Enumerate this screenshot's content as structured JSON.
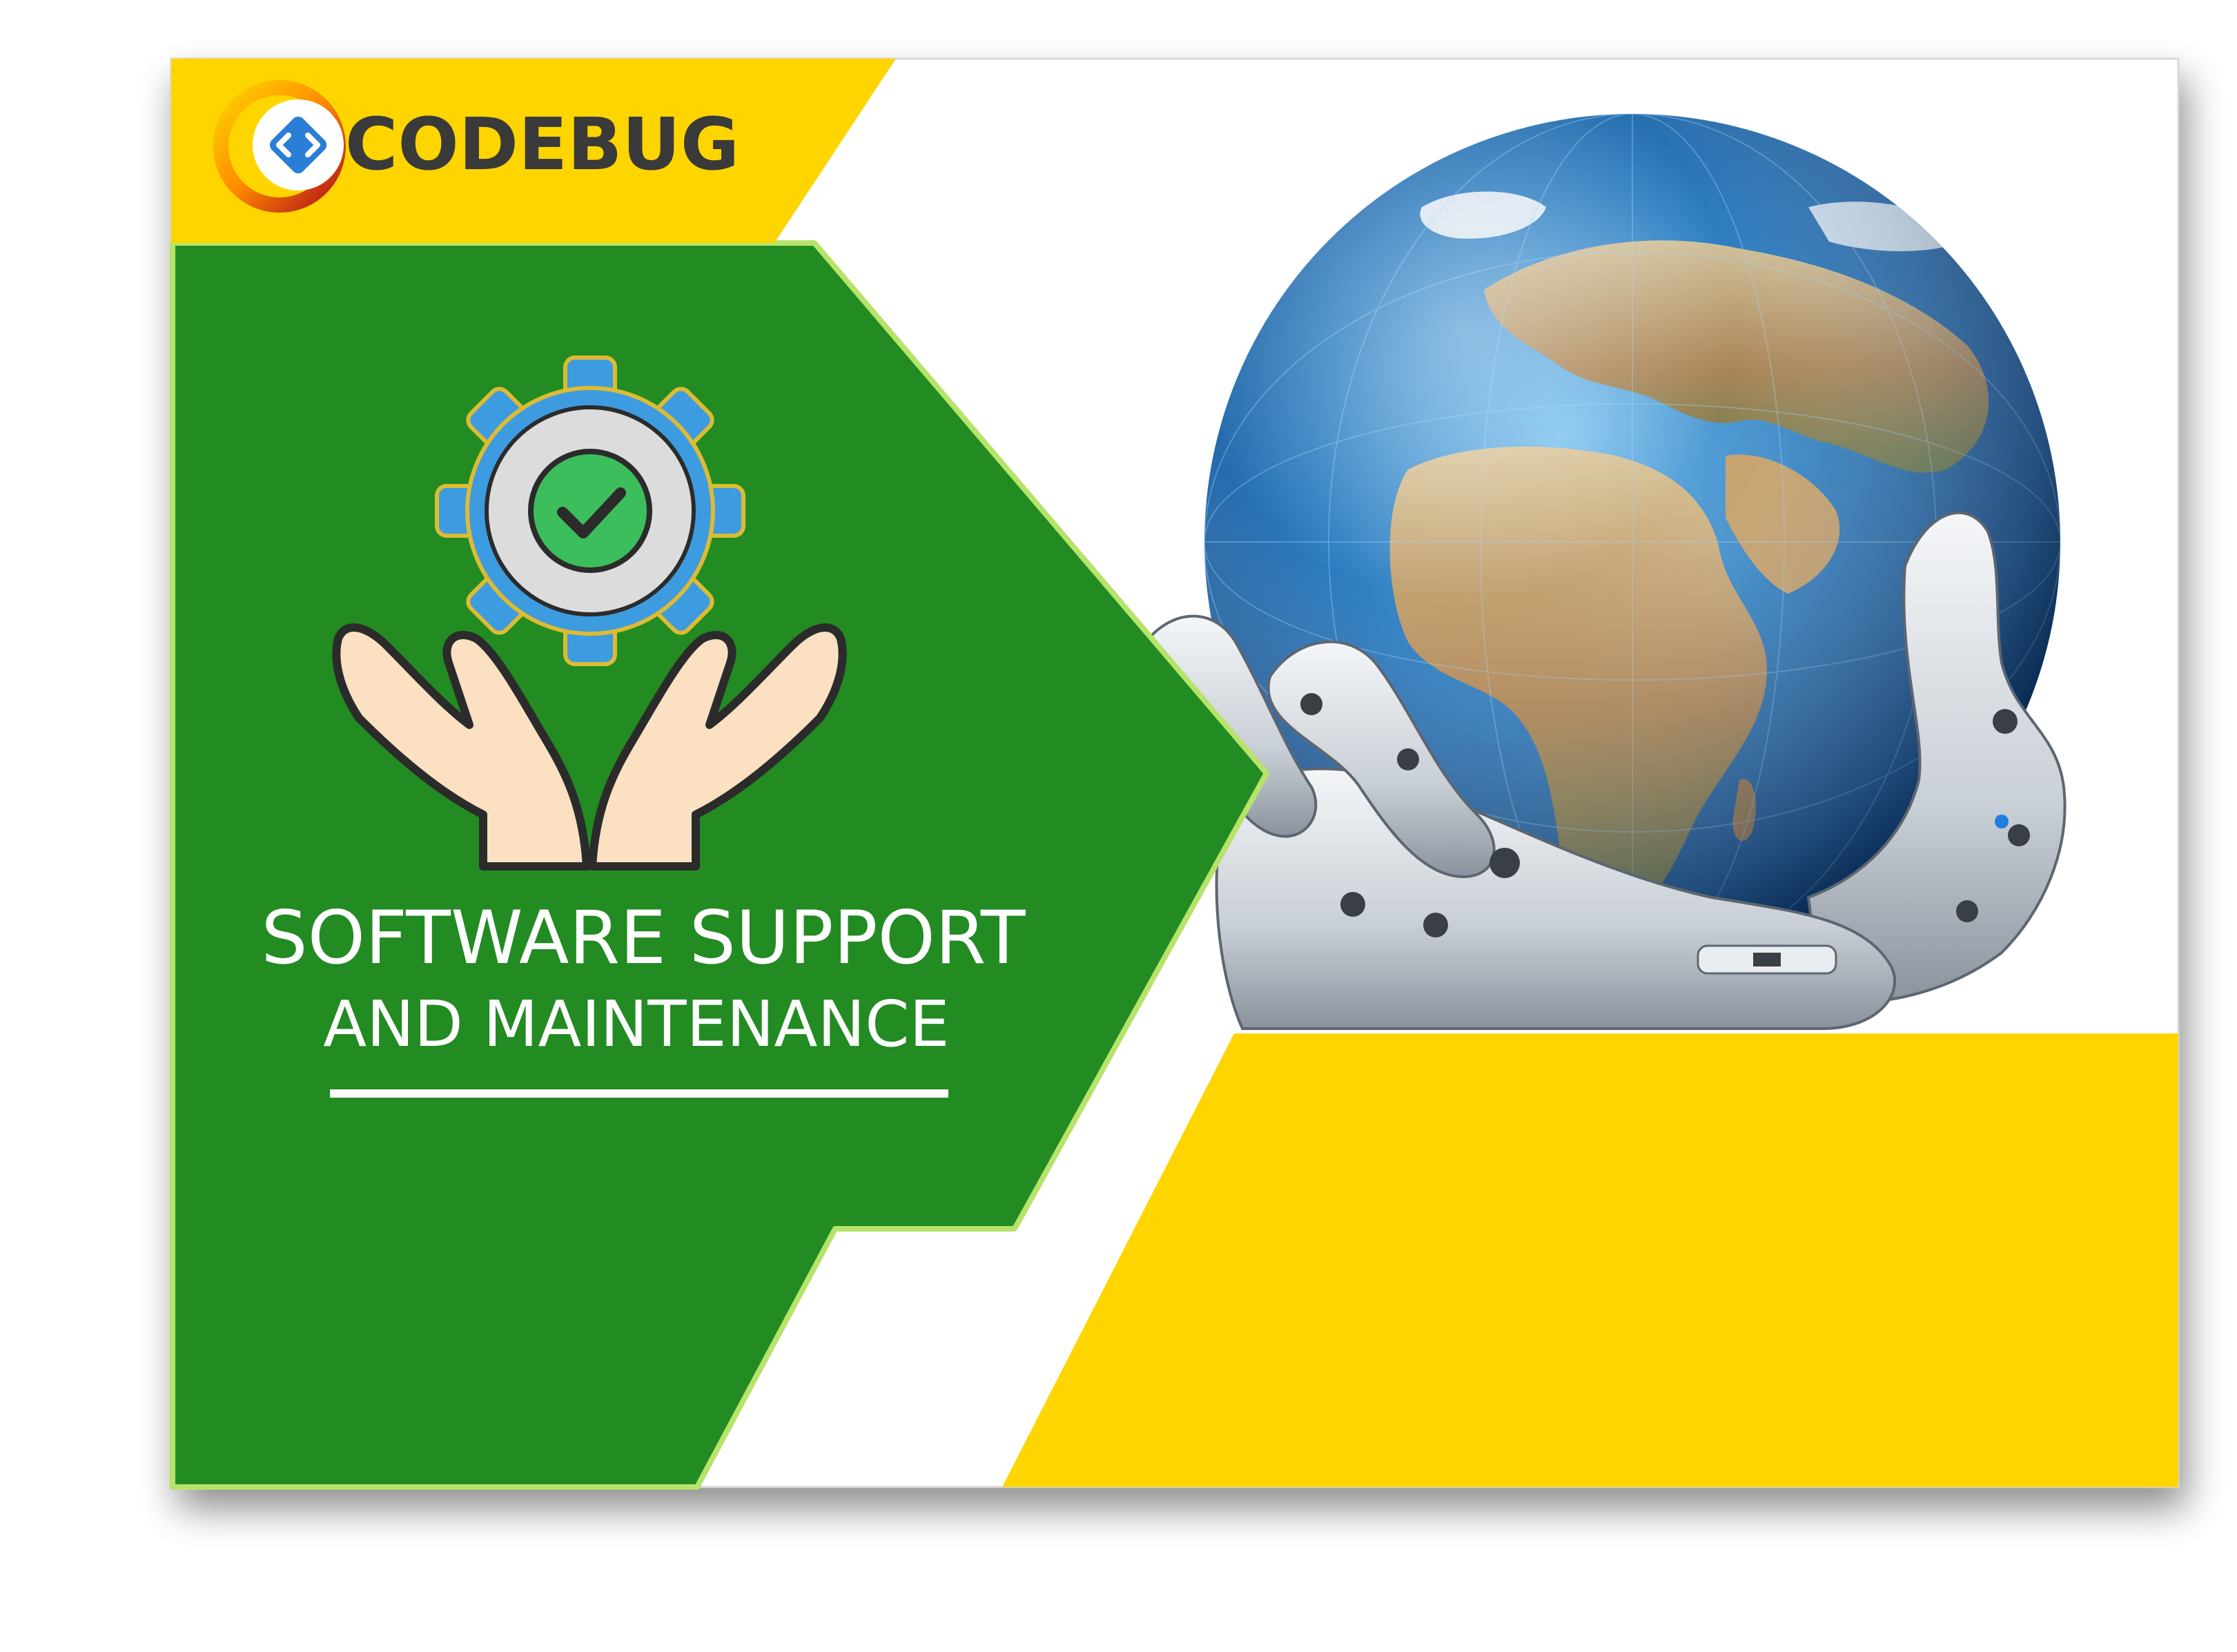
{
  "brand": {
    "name": "CODEBUG",
    "logo_icon": "codebug-logo-icon"
  },
  "headline": {
    "line1": "SOFTWARE SUPPORT",
    "line2": "AND MAINTENANCE"
  },
  "icons": {
    "service_icon": "gear-check-in-hands-icon",
    "hero_image": "robot-hands-holding-globe"
  },
  "colors": {
    "green": "#228B22",
    "yellow": "#FFD500",
    "light_green_border": "#B7E36B",
    "dark_text": "#3A3A3A",
    "gear_blue": "#3D9BE0",
    "check_green": "#3DBE5C"
  }
}
